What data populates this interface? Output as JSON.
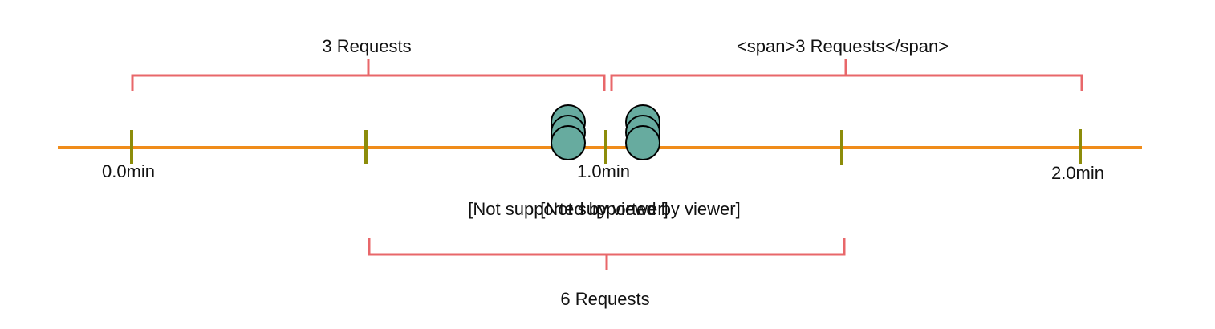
{
  "timeline": {
    "tick_labels": {
      "t0": "0.0min",
      "t1": "1.0min",
      "t2": "2.0min"
    },
    "top_left_group": {
      "label": "3 Requests",
      "requests": 3
    },
    "top_right_group": {
      "label": "<span>3 Requests</span>",
      "requests": 3
    },
    "bottom_group": {
      "label": "6 Requests",
      "requests": 6
    },
    "unsupported_label_1": "[Not supported by viewer]",
    "unsupported_label_2": "[Not supported by viewer]"
  },
  "colors": {
    "axis": "#f08c1a",
    "tick": "#8c8c0a",
    "bracket": "#e8676a",
    "request_fill": "#67ab9f",
    "request_stroke": "#000000",
    "text": "#111111"
  }
}
